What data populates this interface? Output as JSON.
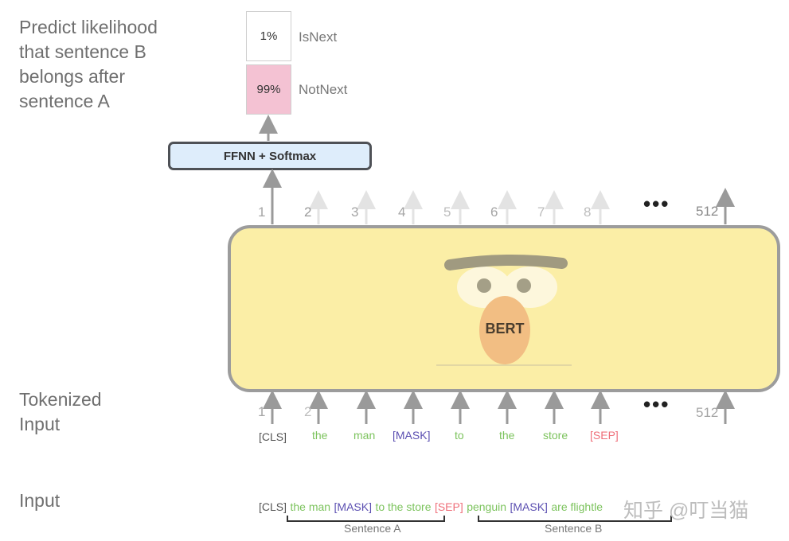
{
  "colors": {
    "cls": "#555555",
    "word": "#7cc35d",
    "mask": "#5b4fb1",
    "sep": "#ef6f7a",
    "bert_fill": "#fbeea6",
    "ffnn_fill": "#deedfb",
    "notnext_fill": "#f4c2d3"
  },
  "predict_label": [
    "Predict likelihood",
    "that sentence B",
    "belongs after",
    "sentence A"
  ],
  "outputs": [
    {
      "prob": "1%",
      "label": "IsNext"
    },
    {
      "prob": "99%",
      "label": "NotNext"
    }
  ],
  "ffnn_label": "FFNN + Softmax",
  "top_positions": [
    "1",
    "2",
    "3",
    "4",
    "5",
    "6",
    "7",
    "8",
    "512"
  ],
  "bottom_positions": [
    "1",
    "2",
    "512"
  ],
  "ellipsis": "•••",
  "bert_label": "BERT",
  "tokenized_label": [
    "Tokenized",
    "Input"
  ],
  "tokens": [
    {
      "text": "[CLS]",
      "kind": "cls"
    },
    {
      "text": "the",
      "kind": "word"
    },
    {
      "text": "man",
      "kind": "word"
    },
    {
      "text": "[MASK]",
      "kind": "mask"
    },
    {
      "text": "to",
      "kind": "word"
    },
    {
      "text": "the",
      "kind": "word"
    },
    {
      "text": "store",
      "kind": "word"
    },
    {
      "text": "[SEP]",
      "kind": "sep"
    }
  ],
  "input_label": "Input",
  "input_sequence": [
    {
      "text": "[CLS]",
      "kind": "cls"
    },
    {
      "text": "the man",
      "kind": "word"
    },
    {
      "text": "[MASK]",
      "kind": "mask"
    },
    {
      "text": "to the store",
      "kind": "word"
    },
    {
      "text": "[SEP]",
      "kind": "sep"
    },
    {
      "text": "penguin",
      "kind": "word"
    },
    {
      "text": "[MASK]",
      "kind": "mask"
    },
    {
      "text": "are flightle",
      "kind": "word"
    }
  ],
  "sentence_a": "Sentence A",
  "sentence_b": "Sentence B",
  "watermark": "知乎 @叮当猫"
}
